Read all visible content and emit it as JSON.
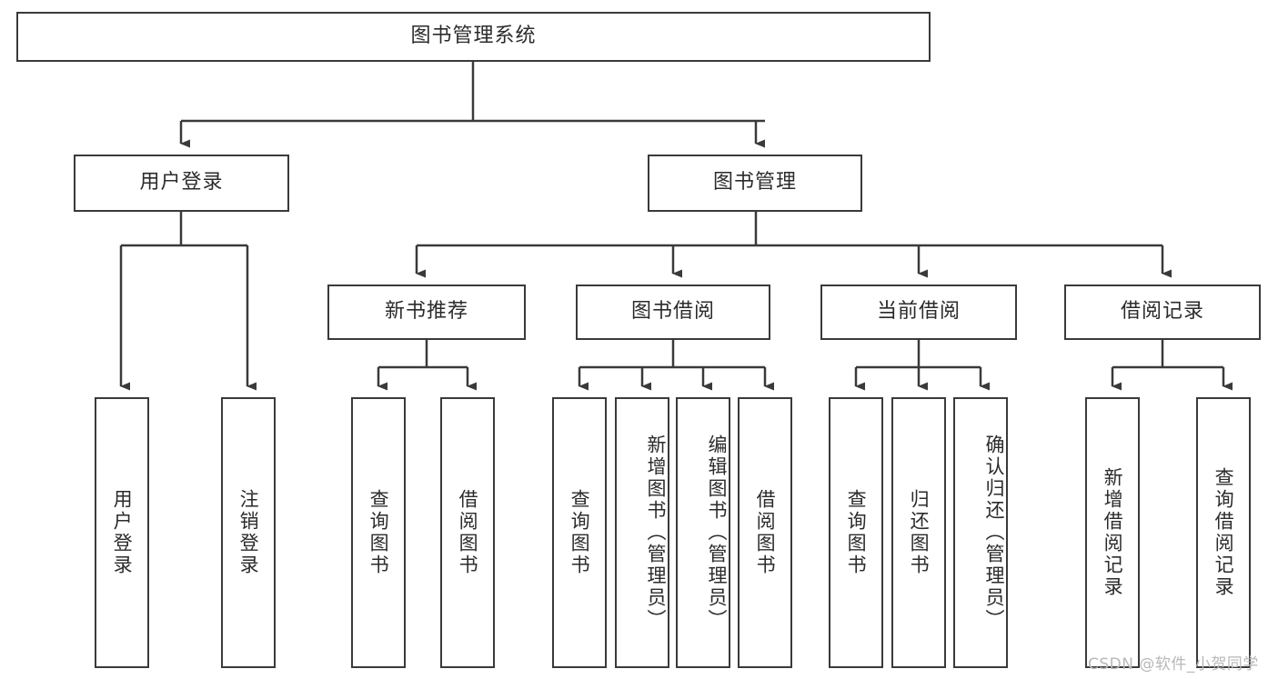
{
  "diagram": {
    "type": "tree",
    "title": "图书管理系统",
    "background_color": "#ffffff",
    "box_border_color": "#3a3a3a",
    "text_color": "#2b2b2b",
    "connector_color": "#3a3a3a",
    "levels": [
      {
        "level": 1,
        "nodes": [
          {
            "id": "root",
            "label": "图书管理系统",
            "orientation": "horizontal"
          }
        ]
      },
      {
        "level": 2,
        "nodes": [
          {
            "id": "user-login",
            "label": "用户登录",
            "orientation": "horizontal",
            "parent": "root"
          },
          {
            "id": "book-manage",
            "label": "图书管理",
            "orientation": "horizontal",
            "parent": "root"
          }
        ]
      },
      {
        "level": 3,
        "nodes": [
          {
            "id": "new-book-rec",
            "label": "新书推荐",
            "orientation": "horizontal",
            "parent": "book-manage"
          },
          {
            "id": "book-borrow",
            "label": "图书借阅",
            "orientation": "horizontal",
            "parent": "book-manage"
          },
          {
            "id": "current-borrow",
            "label": "当前借阅",
            "orientation": "horizontal",
            "parent": "book-manage"
          },
          {
            "id": "borrow-record",
            "label": "借阅记录",
            "orientation": "horizontal",
            "parent": "book-manage"
          }
        ]
      },
      {
        "level": 4,
        "nodes": [
          {
            "id": "leaf-user-login",
            "label": "用户登录",
            "orientation": "vertical",
            "parent": "user-login"
          },
          {
            "id": "leaf-logout",
            "label": "注销登录",
            "orientation": "vertical",
            "parent": "user-login"
          },
          {
            "id": "leaf-query-book-1",
            "label": "查询图书",
            "orientation": "vertical",
            "parent": "new-book-rec"
          },
          {
            "id": "leaf-borrow-book-1",
            "label": "借阅图书",
            "orientation": "vertical",
            "parent": "new-book-rec"
          },
          {
            "id": "leaf-query-book-2",
            "label": "查询图书",
            "orientation": "vertical",
            "parent": "book-borrow"
          },
          {
            "id": "leaf-add-book",
            "label": "新增图书（管理员）",
            "orientation": "vertical",
            "parent": "book-borrow"
          },
          {
            "id": "leaf-edit-book",
            "label": "编辑图书（管理员）",
            "orientation": "vertical",
            "parent": "book-borrow"
          },
          {
            "id": "leaf-borrow-book-2",
            "label": "借阅图书",
            "orientation": "vertical",
            "parent": "book-borrow"
          },
          {
            "id": "leaf-query-book-3",
            "label": "查询图书",
            "orientation": "vertical",
            "parent": "current-borrow"
          },
          {
            "id": "leaf-return-book",
            "label": "归还图书",
            "orientation": "vertical",
            "parent": "current-borrow"
          },
          {
            "id": "leaf-confirm-return",
            "label": "确认归还（管理员）",
            "orientation": "vertical",
            "parent": "current-borrow"
          },
          {
            "id": "leaf-add-record",
            "label": "新增借阅记录",
            "orientation": "vertical",
            "parent": "borrow-record"
          },
          {
            "id": "leaf-query-record",
            "label": "查询借阅记录",
            "orientation": "vertical",
            "parent": "borrow-record"
          }
        ]
      }
    ]
  },
  "watermark": {
    "text": "CSDN @软件_小贺同学",
    "color": "#b8b8b8"
  }
}
